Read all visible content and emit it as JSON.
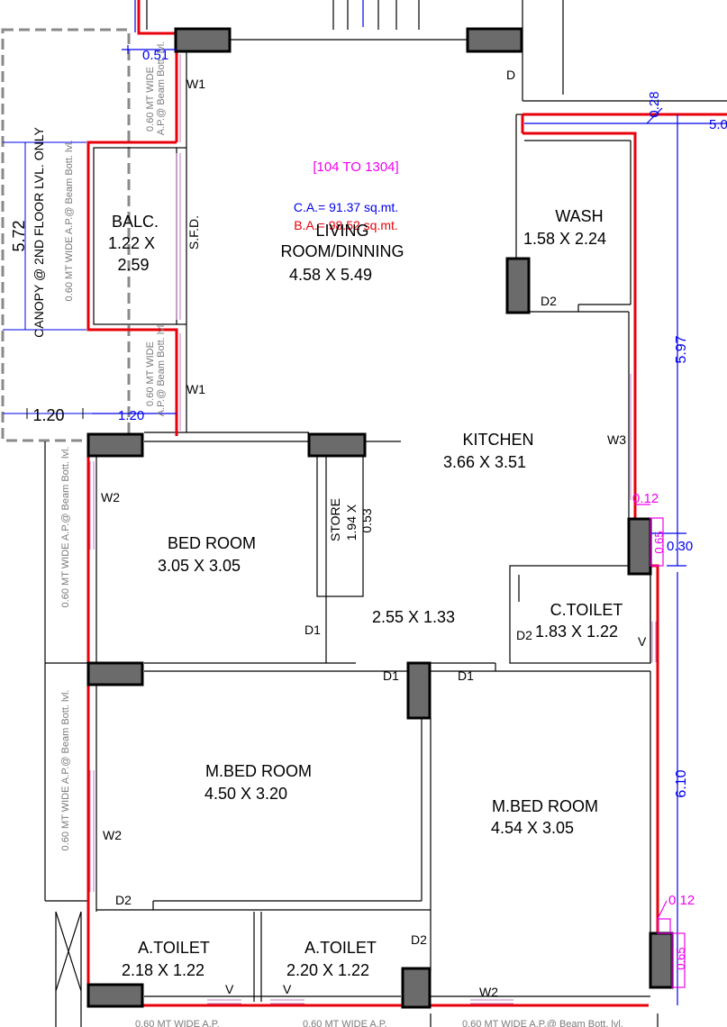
{
  "colors": {
    "wall": "#000000",
    "boundary": "#e8000b",
    "dimension": "#0000ee",
    "annotation": "#ee00ee",
    "column_fill": "#6b6b6b",
    "canopy": "#8a8a8a",
    "window": "#c07ac0",
    "note": "#7a7a7a"
  },
  "flat": {
    "range": "[104 TO 1304]",
    "carpet_area": "C.A.= 91.37 sq.mt.",
    "builtup_area": "B.A.= 98.52 sq.mt."
  },
  "rooms": {
    "living": {
      "name": "LIVING",
      "name2": "ROOM/DINNING",
      "size": "4.58 X 5.49"
    },
    "balcony": {
      "name": "BALC.",
      "size1": "1.22 X",
      "size2": "2.59"
    },
    "wash": {
      "name": "WASH",
      "size": "1.58 X 2.24"
    },
    "kitchen": {
      "name": "KITCHEN",
      "size": "3.66 X 3.51"
    },
    "bed": {
      "name": "BED ROOM",
      "size": "3.05 X 3.05"
    },
    "store": {
      "name": "STORE",
      "size1": "1.94 X",
      "size2": "0.53"
    },
    "passage": {
      "size": "2.55 X 1.33"
    },
    "ctoilet": {
      "name": "C.TOILET",
      "size": "1.83 X 1.22"
    },
    "mbed1": {
      "name": "M.BED ROOM",
      "size": "4.50 X 3.20"
    },
    "mbed2": {
      "name": "M.BED ROOM",
      "size": "4.54 X 3.05"
    },
    "atoilet1": {
      "name": "A.TOILET",
      "size": "2.18 X 1.22"
    },
    "atoilet2": {
      "name": "A.TOILET",
      "size": "2.20 X 1.22"
    }
  },
  "openings": {
    "w1": "W1",
    "w2": "W2",
    "w3": "W3",
    "d": "D",
    "d1": "D1",
    "d2": "D2",
    "sfd": "S.F.D.",
    "v": "V"
  },
  "canopy": {
    "label": "CANOPY @ 2ND FLOOR LVL. ONLY",
    "length": "5.72",
    "width": "1.20"
  },
  "dimensions": {
    "d051": "0.51",
    "d120": "1.20",
    "d028": "0.28",
    "d5": "5.0",
    "d597": "5.97",
    "d610": "6.10",
    "d030": "0.30",
    "d012a": "0.12",
    "d065a": "0.65",
    "d012b": "0.12",
    "d065b": "0.65"
  },
  "notes": {
    "beam_long": "0.60 MT WIDE A.P.@ Beam Bott. lvl.",
    "beam_v1": "0.60 MT WIDE",
    "beam_v2": "A.P.@ Beam Bott. lvl.",
    "bottom_1": "0.60 MT WIDE A.P.",
    "bottom_2": "0.60 MT WIDE A.P.",
    "bottom_3": "0.60 MT WIDE A.P.@ Beam Bott. lvl."
  }
}
